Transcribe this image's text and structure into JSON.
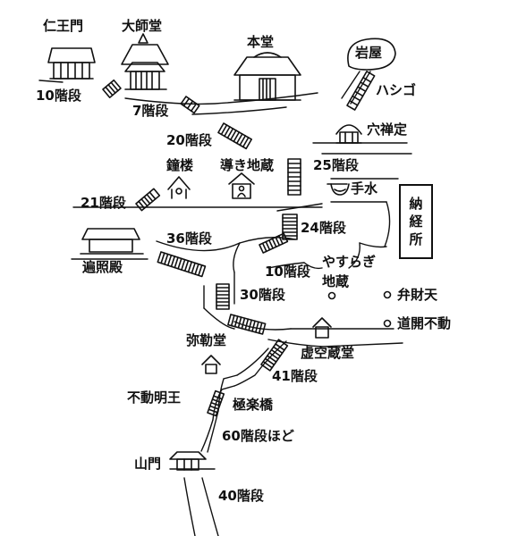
{
  "buildings": {
    "niomon": "仁王門",
    "daishido": "大師堂",
    "hondo": "本堂",
    "iwaya": "岩屋",
    "hashigo": "ハシゴ",
    "anazenjo": "穴禅定",
    "shoro": "鐘楼",
    "michibiki_jizo": "導き地蔵",
    "temizu": "手水",
    "nokyosho": [
      "納",
      "経",
      "所"
    ],
    "henshoden": "遍照殿",
    "yasuragi_jizo_1": "やすらぎ",
    "yasuragi_jizo_2": "地蔵",
    "benzaiten": "弁財天",
    "dokai_fudo": "道開不動",
    "mirokudo": "弥勒堂",
    "kokuzodo": "虚空蔵堂",
    "fudo_myoo": "不動明王",
    "gokurakubashi": "極楽橋",
    "sanmon": "山門"
  },
  "steps": {
    "s10a": "10階段",
    "s7": "7階段",
    "s20": "20階段",
    "s25": "25階段",
    "s21": "21階段",
    "s36": "36階段",
    "s24": "24階段",
    "s10b": "10階段",
    "s30": "30階段",
    "s41": "41階段",
    "s60": "60階段ほど",
    "s40": "40階段"
  }
}
